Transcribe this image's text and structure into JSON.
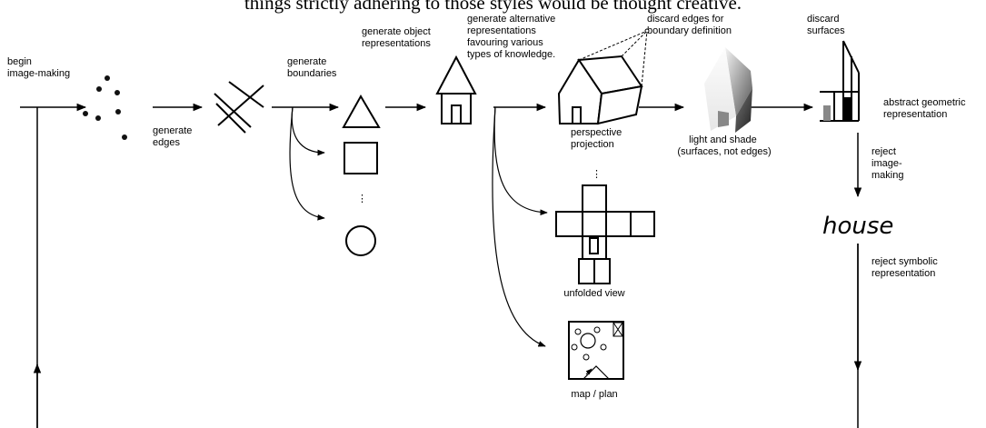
{
  "header_text": "things strictly adhering to those styles would be thought creative.",
  "labels": {
    "begin": [
      "begin",
      "image-making"
    ],
    "generate_edges": [
      "generate",
      "edges"
    ],
    "generate_boundaries": [
      "generate",
      "boundaries"
    ],
    "generate_object": [
      "generate object",
      "representations"
    ],
    "generate_alternative": [
      "generate alternative",
      "representations",
      "favouring various",
      "types of knowledge."
    ],
    "discard_edges": [
      "discard edges for",
      "boundary definition"
    ],
    "discard_surfaces": [
      "discard",
      "surfaces"
    ],
    "abstract": [
      "abstract geometric",
      "representation"
    ],
    "perspective": [
      "perspective",
      "projection"
    ],
    "light_shade": [
      "light and shade",
      "(surfaces, not edges)"
    ],
    "reject_image": [
      "reject",
      "image-",
      "making"
    ],
    "house": "house",
    "reject_symbolic": [
      "reject symbolic",
      "representation"
    ],
    "unfolded": "unfolded view",
    "map_plan": "map / plan"
  }
}
